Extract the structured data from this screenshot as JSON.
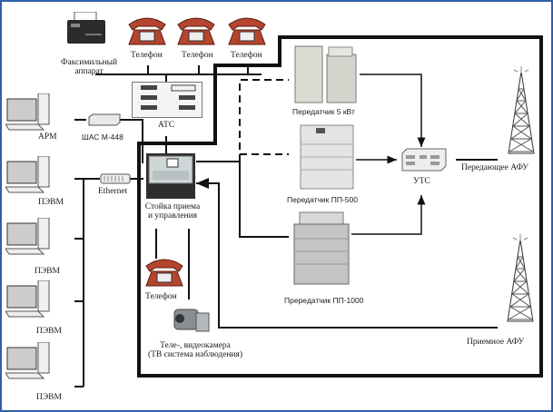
{
  "diagram": {
    "title": "Схема системы связи",
    "labels": {
      "fax": [
        "Факсимильный",
        "аппарат"
      ],
      "phone": "Телефон",
      "ats": "АТС",
      "arm": "АРМ",
      "shas": "ШАС М-448",
      "ethernet": "Ethernet",
      "pevm": "ПЭВМ",
      "stand": [
        "Стойка приема",
        "и управления"
      ],
      "camera": [
        "Теле-, видеокамера",
        "(ТВ система наблюдения)"
      ],
      "tx5": "Передатчик 5 кВт",
      "tx500": "Передатчик ПП-500",
      "tx1000": "Прередатчик ПП-1000",
      "uts": "УТС",
      "tx_antenna": "Передающее АФУ",
      "rx_antenna": "Приемное АФУ"
    },
    "nodes": [
      {
        "id": "fax",
        "icon": "fax-machine-icon"
      },
      {
        "id": "phone-1",
        "icon": "telephone-icon"
      },
      {
        "id": "phone-2",
        "icon": "telephone-icon"
      },
      {
        "id": "phone-3",
        "icon": "telephone-icon"
      },
      {
        "id": "ats",
        "icon": "pbx-icon"
      },
      {
        "id": "arm",
        "icon": "computer-icon"
      },
      {
        "id": "pevm-1",
        "icon": "computer-icon"
      },
      {
        "id": "pevm-2",
        "icon": "computer-icon"
      },
      {
        "id": "pevm-3",
        "icon": "computer-icon"
      },
      {
        "id": "pevm-4",
        "icon": "computer-icon"
      },
      {
        "id": "shas",
        "icon": "modem-icon"
      },
      {
        "id": "ethernet",
        "icon": "switch-icon"
      },
      {
        "id": "stand",
        "icon": "control-rack-icon"
      },
      {
        "id": "phone-4",
        "icon": "telephone-icon"
      },
      {
        "id": "camera",
        "icon": "video-camera-icon"
      },
      {
        "id": "tx5",
        "icon": "transmitter-icon"
      },
      {
        "id": "tx500",
        "icon": "transmitter-icon"
      },
      {
        "id": "tx1000",
        "icon": "transmitter-icon"
      },
      {
        "id": "uts",
        "icon": "switch-unit-icon"
      },
      {
        "id": "tx-antenna",
        "icon": "antenna-tower-icon"
      },
      {
        "id": "rx-antenna",
        "icon": "antenna-tower-icon"
      }
    ],
    "colors": {
      "frame": "#2f5fa8",
      "phone": "#b5452f",
      "line": "#111111"
    }
  }
}
